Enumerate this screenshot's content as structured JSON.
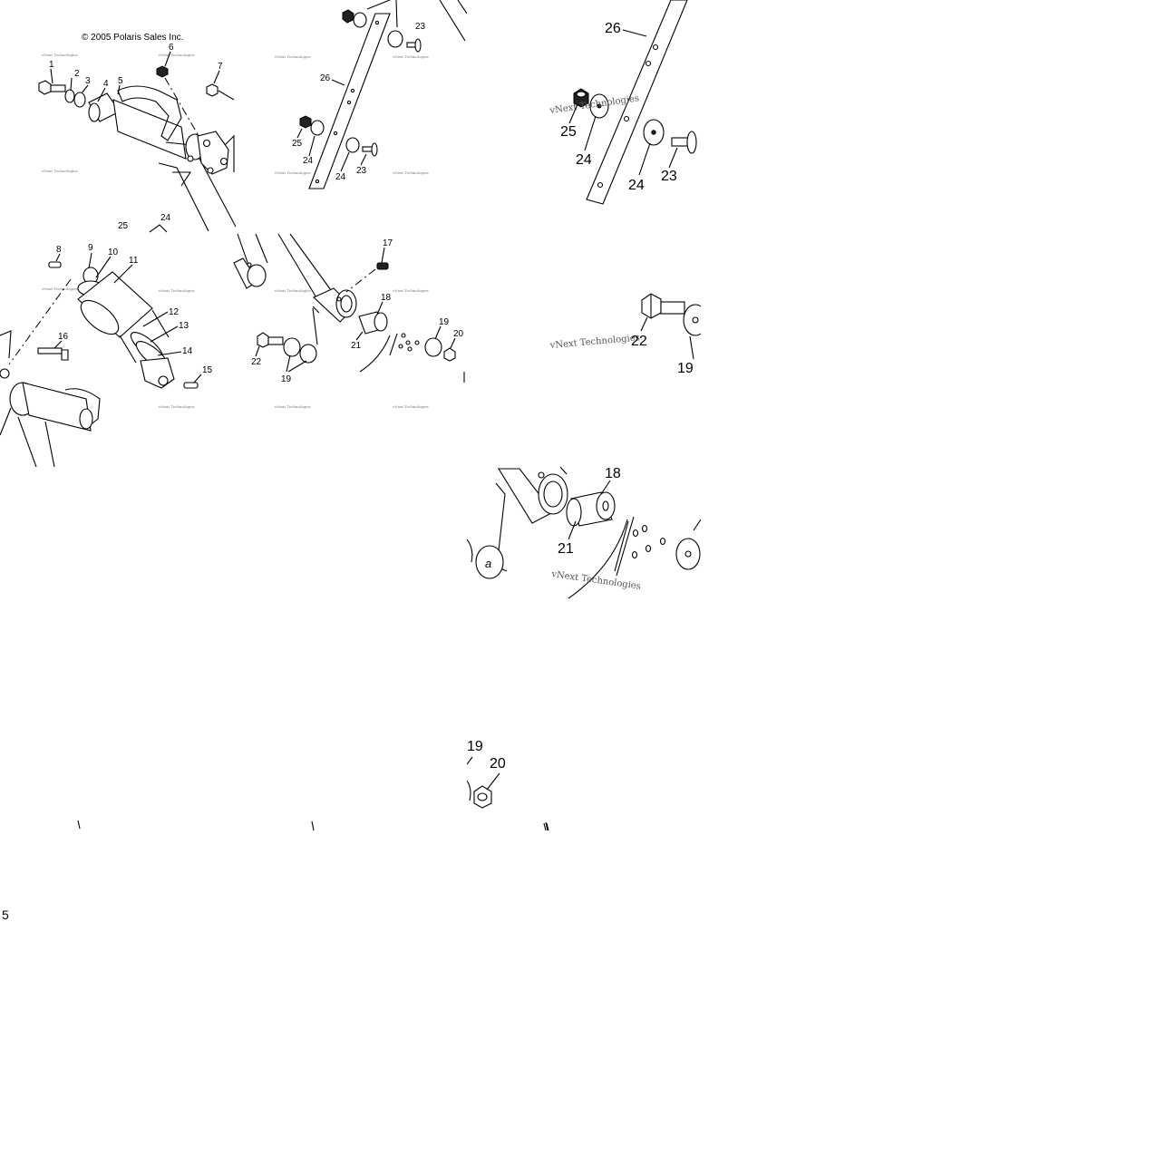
{
  "copyright": "© 2005 Polaris Sales Inc.",
  "watermark": "vNext Technologies",
  "page_number": "5",
  "callouts": {
    "overview_top_left": [
      "1",
      "2",
      "3",
      "4",
      "5",
      "6",
      "7"
    ],
    "overview_top_right": [
      "23",
      "26",
      "25",
      "24",
      "24",
      "23"
    ],
    "overview_bottom_left": [
      "25",
      "24",
      "8",
      "9",
      "10",
      "11",
      "12",
      "13",
      "14",
      "15",
      "16"
    ],
    "overview_bottom_right": [
      "17",
      "18",
      "21",
      "19",
      "20",
      "22",
      "19"
    ],
    "detail_strap": [
      "26",
      "25",
      "24",
      "24",
      "23"
    ],
    "detail_bolt": [
      "22",
      "19"
    ],
    "detail_bushing": [
      "18",
      "21"
    ],
    "detail_nut": [
      "19",
      "20"
    ]
  }
}
